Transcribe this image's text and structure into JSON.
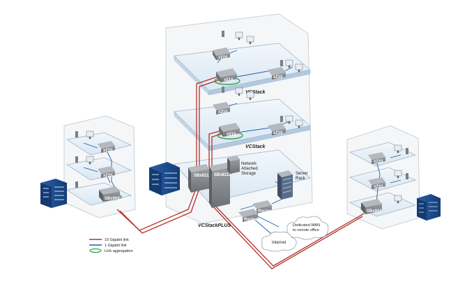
{
  "colors": {
    "ten_gig": "#b3312a",
    "one_gig": "#1f5fa8",
    "aggregation": "#2f9a45",
    "building": "#1c4b8f",
    "floor": "#e3eef6",
    "outline": "#9cb3c8",
    "device": "#8a8d92"
  },
  "icons": [
    "switch-icon",
    "computer-icon",
    "ip-phone-icon",
    "building-icon",
    "storage-icon",
    "server-rack-icon",
    "router-icon",
    "cloud-icon"
  ],
  "labels": {
    "core_left": "SBx8112",
    "core_right": "SBx8112",
    "nas": "Network Attached Storage",
    "server_rack": "Server Rack",
    "router1": "Router",
    "router2": "Router",
    "wan": "Dedicated WAN to remote office",
    "internet": "Internet",
    "left_dist": "SBx908",
    "right_dist": "SBx908",
    "left_access_1": "x210",
    "left_access_2": "x210",
    "right_access_1": "x210",
    "right_access_2": "x210",
    "center_sw_1": "x210",
    "center_sw_2": "x510",
    "center_sw_3": "x210",
    "center_sw_4": "x210",
    "center_sw_5": "x510",
    "center_sw_6": "x210",
    "vcs_top": "VCStack",
    "vcs_mid": "VCStack",
    "vcs_plus": "VCStackPLUS"
  },
  "legend": {
    "ten_gig": "10 Gigabit link",
    "one_gig": "1 Gigabit link",
    "aggregation": "Link aggregation"
  }
}
